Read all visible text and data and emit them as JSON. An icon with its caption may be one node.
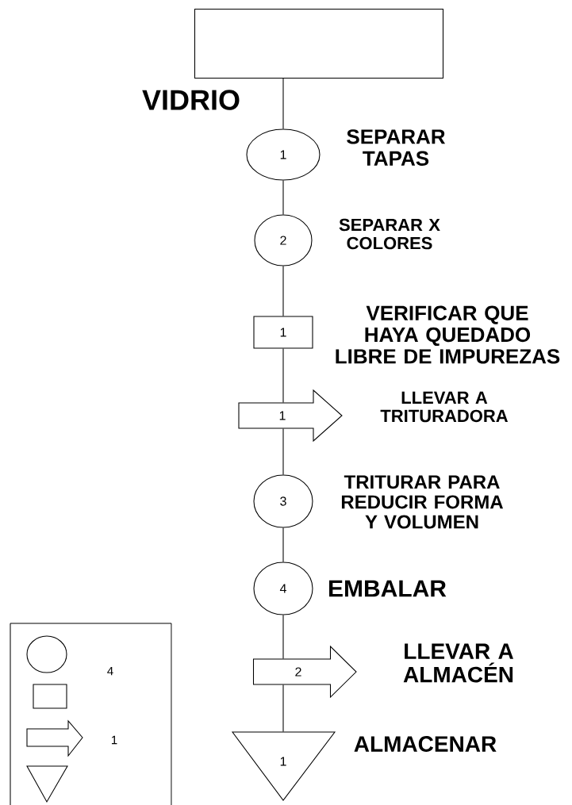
{
  "diagram": {
    "nodes": [
      {
        "text": [],
        "shape": "box"
      },
      {
        "text": [
          "1"
        ],
        "beside": [
          "SEPARAR TAPAS"
        ]
      },
      {
        "text": [
          "2"
        ],
        "beside": [
          "SEPARAR X COLORES"
        ]
      },
      {
        "text": [
          "1"
        ],
        "beside": [
          "VERIFICAR QUE HAYA QUEDADO LIBRE DE IMPUREZAS"
        ]
      },
      {
        "text": [
          "1"
        ],
        "beside": [
          "LLEVAR A TRITURADORA"
        ]
      },
      {
        "text": [
          "3"
        ],
        "beside": [
          "TRITURAR PARA REDUCIR FORMA Y VOLUMEN"
        ]
      },
      {
        "text": [
          "4"
        ],
        "beside": [
          "EMBALAR"
        ]
      },
      {
        "text": [
          "2"
        ],
        "beside": [
          "LLEVAR A ALMACÉN"
        ]
      },
      {
        "text": [
          "1"
        ],
        "beside": [
          "ALMACENAR"
        ]
      }
    ],
    "edges": [
      {
        "from": 0,
        "to": 1,
        "arrow": "none"
      },
      {
        "from": 1,
        "to": 2,
        "arrow": "none"
      },
      {
        "from": 2,
        "to": 3,
        "arrow": "none"
      },
      {
        "from": 3,
        "to": 4,
        "arrow": "none"
      },
      {
        "from": 4,
        "to": 5,
        "arrow": "none"
      },
      {
        "from": 5,
        "to": 6,
        "arrow": "none"
      },
      {
        "from": 6,
        "to": 7,
        "arrow": "none"
      },
      {
        "from": 7,
        "to": 8,
        "arrow": "none"
      }
    ],
    "labels": [
      "VIDRIO",
      "4",
      "1"
    ]
  }
}
